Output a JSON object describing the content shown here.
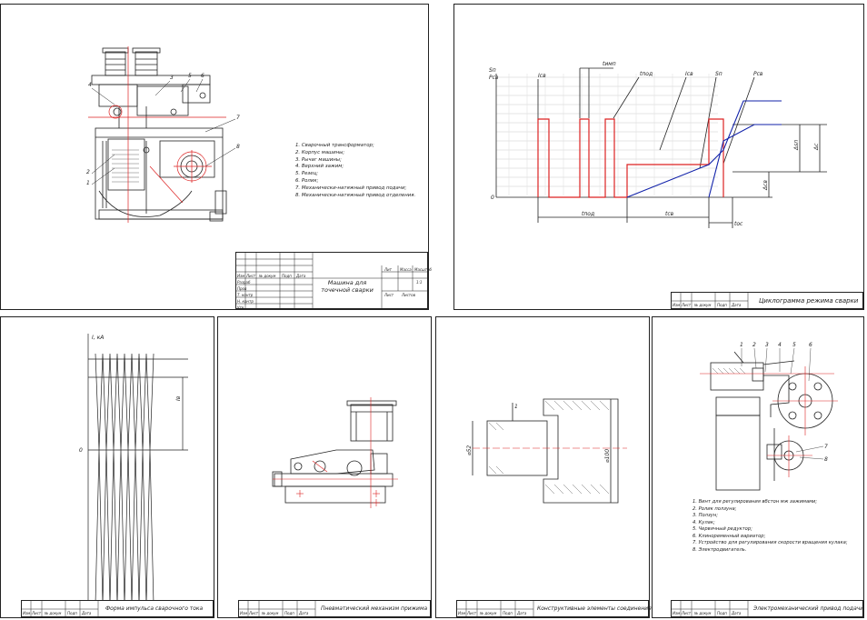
{
  "sheets": {
    "machine": {
      "title": "Машина для точечной сварки",
      "callouts": [
        "1",
        "2",
        "3",
        "4",
        "5",
        "6",
        "7",
        "8"
      ],
      "legend": [
        "1. Сварочный трансформатор;",
        "2. Корпус машины;",
        "3. Рычаг машины;",
        "4. Верхний зажим;",
        "5. Резец;",
        "6. Ролик;",
        "7. Механически-натяжный привод подачи;",
        "8. Механически-натяжный привод отделения."
      ],
      "stamp": {
        "lit": "Лит",
        "mass": "Масса",
        "scale": "Масштаб",
        "ratio": "1:1",
        "sheet": "Лист",
        "sheets": "Листов"
      }
    },
    "cyclogram": {
      "title": "Циклограмма режима сварки",
      "labels": {
        "sn": "Sп",
        "psv": "Pсв",
        "ist": "Iсв",
        "t_imp": "tимп",
        "t_pod": "tпод",
        "ist_top": "Iсв",
        "sn_top": "Sп",
        "psv_top": "Pсв",
        "zero": "0",
        "t_sv": "tсв",
        "t_os": "tос",
        "d1": "Δsп",
        "d2": "Δс",
        "d3": "Δсв"
      }
    },
    "impulse": {
      "title": "Форма импульса сварочного тока",
      "labels": {
        "ka": "I, кА",
        "zero": "0",
        "iv": "Iв"
      }
    },
    "clamp": {
      "title": "Пневматический механизм прижима"
    },
    "joint": {
      "title": "Конструктивные элементы соединения",
      "labels": {
        "leader": "1",
        "d1": "⌀52",
        "d2": "⌀100"
      }
    },
    "feed": {
      "title": "Электромеханический привод подачи",
      "callouts": [
        "1",
        "2",
        "3",
        "4",
        "5",
        "6",
        "7",
        "8"
      ],
      "legend": [
        "1. Винт для регулирования вбстон мж зажимами;",
        "2. Ролик ползуна;",
        "3. Ползун;",
        "4. Кулак;",
        "5. Червячный редуктор;",
        "6. Клиноременный вариатор;",
        "7. Устройство для регулирования скорости вращения кулака;",
        "8. Электродвигатель."
      ]
    }
  },
  "stamp_headers": [
    "Изм",
    "Лист",
    "№ докум",
    "Подп",
    "Дата"
  ],
  "stamp_roles": [
    "Разраб",
    "Пров",
    "Т. контр",
    "Н. контр",
    "Утв"
  ]
}
